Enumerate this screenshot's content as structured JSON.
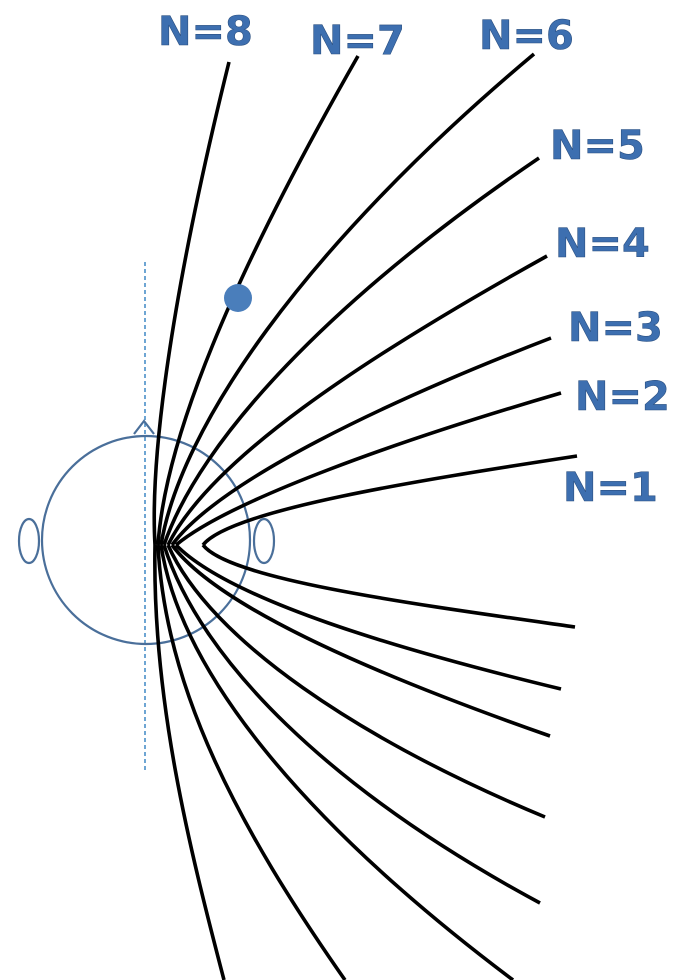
{
  "diagram": {
    "labels": [
      "N=8",
      "N=7",
      "N=6",
      "N=5",
      "N=4",
      "N=3",
      "N=2",
      "N=1"
    ],
    "colors": {
      "curve": "#000000",
      "label": "#3d6fb0",
      "head": "#4a6f9a",
      "dashed_line": "#4a8fc8",
      "marker": "#4a7ebb"
    },
    "elements": {
      "head": "head-outline-circle",
      "ears": "ear-ellipses",
      "nose": "nose-triangle",
      "marker": "source-dot",
      "guide": "vertical-dashed-line"
    }
  }
}
